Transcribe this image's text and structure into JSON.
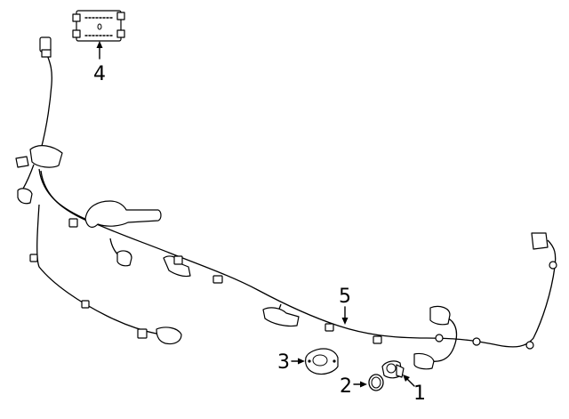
{
  "diagram": {
    "callouts": [
      {
        "id": "1",
        "label": "1",
        "part": "sensor"
      },
      {
        "id": "2",
        "label": "2",
        "part": "seal-ring"
      },
      {
        "id": "3",
        "label": "3",
        "part": "sensor-bracket"
      },
      {
        "id": "4",
        "label": "4",
        "part": "control-module"
      },
      {
        "id": "5",
        "label": "5",
        "part": "wiring-harness"
      }
    ]
  }
}
